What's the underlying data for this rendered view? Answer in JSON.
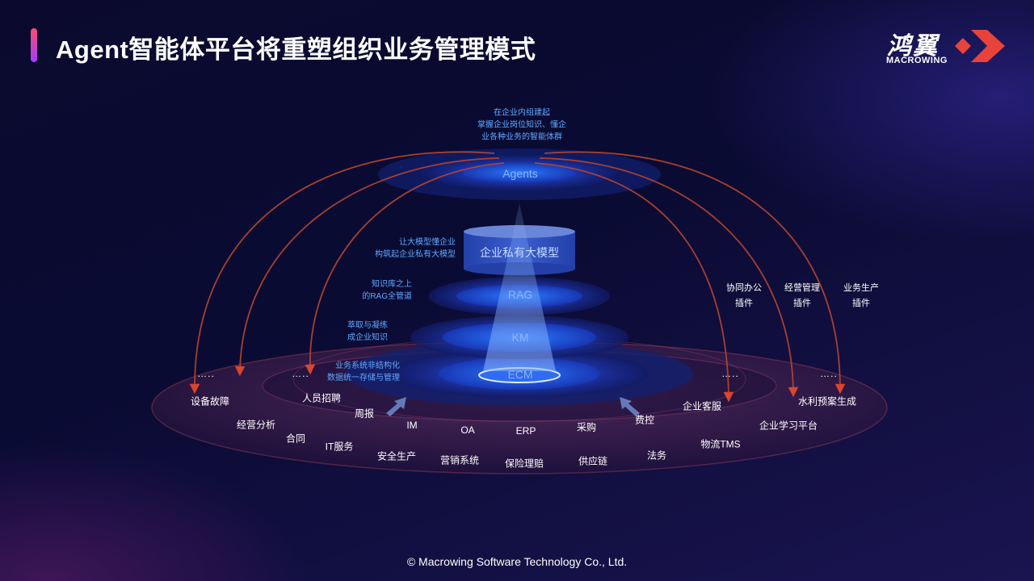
{
  "header": {
    "title": "Agent智能体平台将重塑组织业务管理模式",
    "logo_cn": "鸿翼",
    "logo_en": "MACROWING"
  },
  "layers": {
    "agents": "Agents",
    "llm": "企业私有大模型",
    "rag": "RAG",
    "km": "KM",
    "ecm": "ECM"
  },
  "notes": {
    "agents_desc": [
      "在企业内组建起",
      "掌握企业岗位知识、懂企",
      "业各种业务的智能体群"
    ],
    "llm_desc": [
      "让大模型懂企业",
      "构筑起企业私有大模型"
    ],
    "rag_desc": [
      "知识库之上",
      "的RAG全管道"
    ],
    "km_desc": [
      "萃取与凝练",
      "成企业知识"
    ],
    "ecm_desc": [
      "业务系统非结构化",
      "数据统一存储与管理"
    ]
  },
  "plugins": [
    {
      "line1": "协同办公",
      "line2": "插件"
    },
    {
      "line1": "经营管理",
      "line2": "插件"
    },
    {
      "line1": "业务生产",
      "line2": "插件"
    }
  ],
  "ellipsis": "…..",
  "apps": {
    "device_fault": "设备故障",
    "business_analysis": "经营分析",
    "contract": "合同",
    "it_service": "IT服务",
    "recruitment": "人员招聘",
    "weekly_report": "周报",
    "im": "IM",
    "safety": "安全生产",
    "oa": "OA",
    "marketing": "营销系统",
    "erp": "ERP",
    "insurance": "保险理赔",
    "procurement": "采购",
    "supply_chain": "供应链",
    "expense": "费控",
    "legal": "法务",
    "customer_service": "企业客服",
    "logistics": "物流TMS",
    "learning": "企业学习平台",
    "water_plan": "水利预案生成"
  },
  "footer": "© Macrowing Software Technology Co., Ltd."
}
